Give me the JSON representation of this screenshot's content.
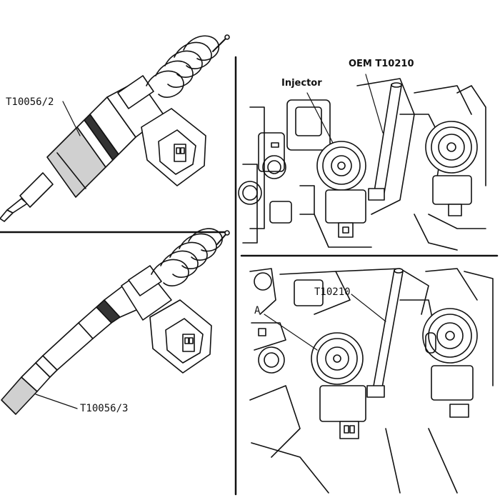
{
  "panels": {
    "top_left": {
      "label": "T10056/2"
    },
    "bottom_left": {
      "label": "T10056/3"
    },
    "top_right": {
      "injector_label": "Injector",
      "tool_label": "OEM T10210"
    },
    "bottom_right": {
      "tool_label": "T10210",
      "part_label": "A"
    }
  },
  "colors": {
    "line": "#111111",
    "tool_shade": "#d0d0d0",
    "background": "#ffffff"
  }
}
